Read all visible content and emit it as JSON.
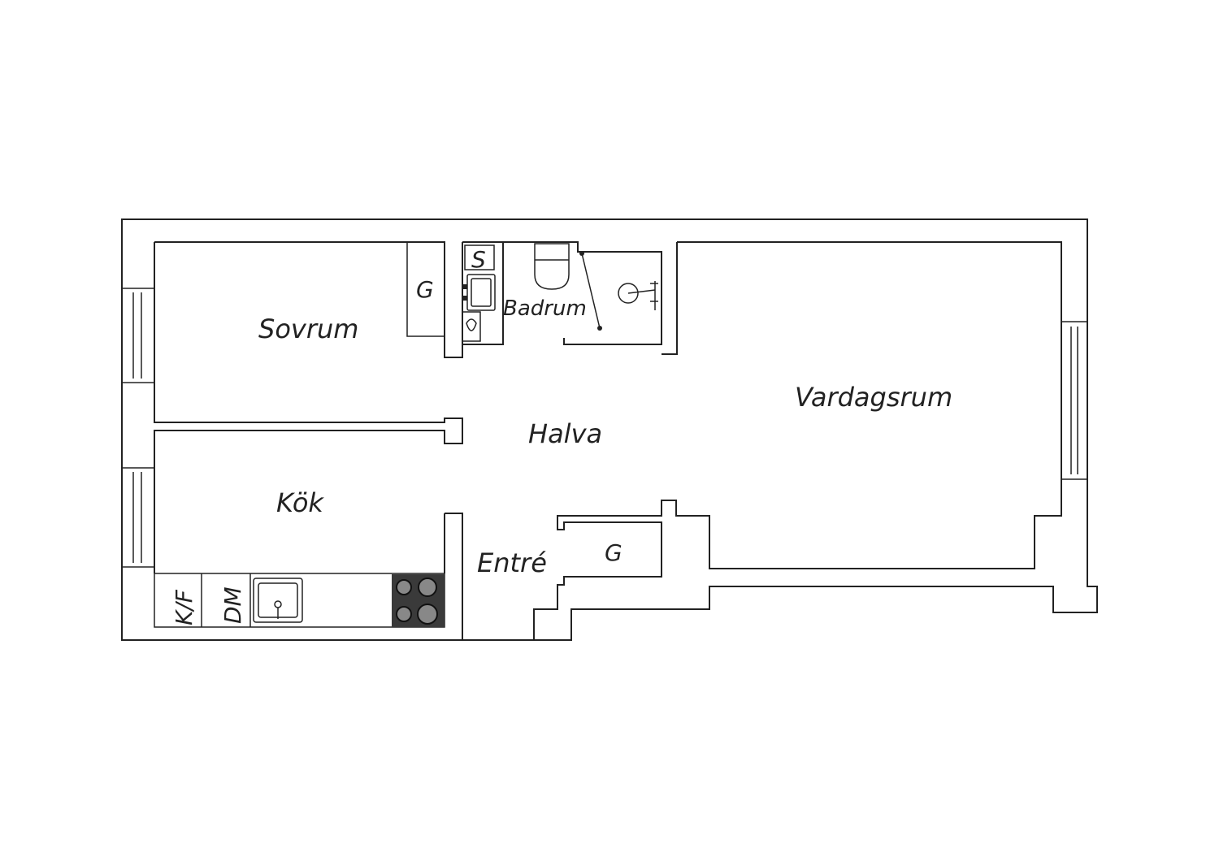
{
  "colors": {
    "line": "#222222",
    "background": "#ffffff",
    "stove": "#3a3a3a"
  },
  "rooms": {
    "sovrum": "Sovrum",
    "badrum": "Badrum",
    "vardagsrum": "Vardagsrum",
    "halva": "Halva",
    "kok": "Kök",
    "entre": "Entré"
  },
  "fixtures": {
    "garderob_sovrum": "G",
    "garderob_entre": "G",
    "skap_badrum": "S",
    "kyl_frys": "K/F",
    "diskmaskin": "DM"
  }
}
